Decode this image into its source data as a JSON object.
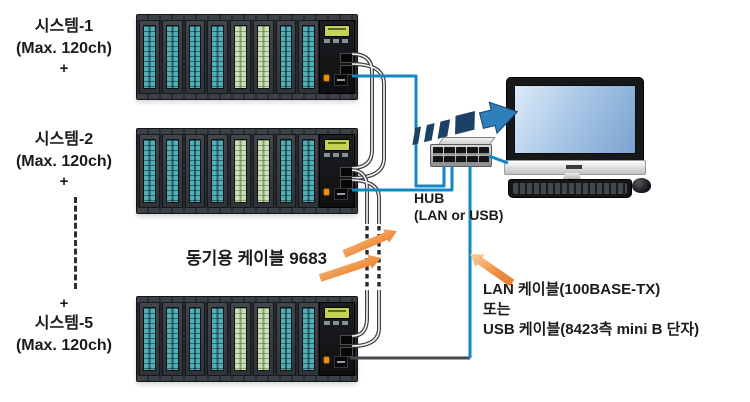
{
  "left_column": {
    "system1": {
      "name": "시스템-1",
      "max": "(Max. 120ch)",
      "plus": "+"
    },
    "system2": {
      "name": "시스템-2",
      "max": "(Max. 120ch)",
      "plus": "+"
    },
    "system5": {
      "name": "시스템-5",
      "max": "(Max. 120ch)",
      "plus": "+"
    }
  },
  "annotations": {
    "sync_cable_label": "동기용 케이블 9683",
    "hub_line1": "HUB",
    "hub_line2": "(LAN or USB)",
    "pc_cable_line1": "LAN 케이블(100BASE-TX)",
    "pc_cable_line2": "또는",
    "pc_cable_line3": "USB 케이블(8423측 mini B 단자)"
  },
  "icons": {
    "flow_arrow": "data-flow-arrow",
    "orange_arrows": [
      "sync-cable-pointer-1",
      "sync-cable-pointer-2",
      "lan-cable-pointer"
    ]
  },
  "colors": {
    "lan_cable_blue": "#1287c6",
    "sync_cable_dark": "#3c3f43",
    "flow_arrow_navy": "#1b4266",
    "flow_arrow_blue": "#2e7fbc",
    "pointer_orange": "#ef9145",
    "terminal_teal": "#4fb0ba",
    "terminal_green": "#c9e0b4",
    "lcd_green": "#c6d253"
  }
}
